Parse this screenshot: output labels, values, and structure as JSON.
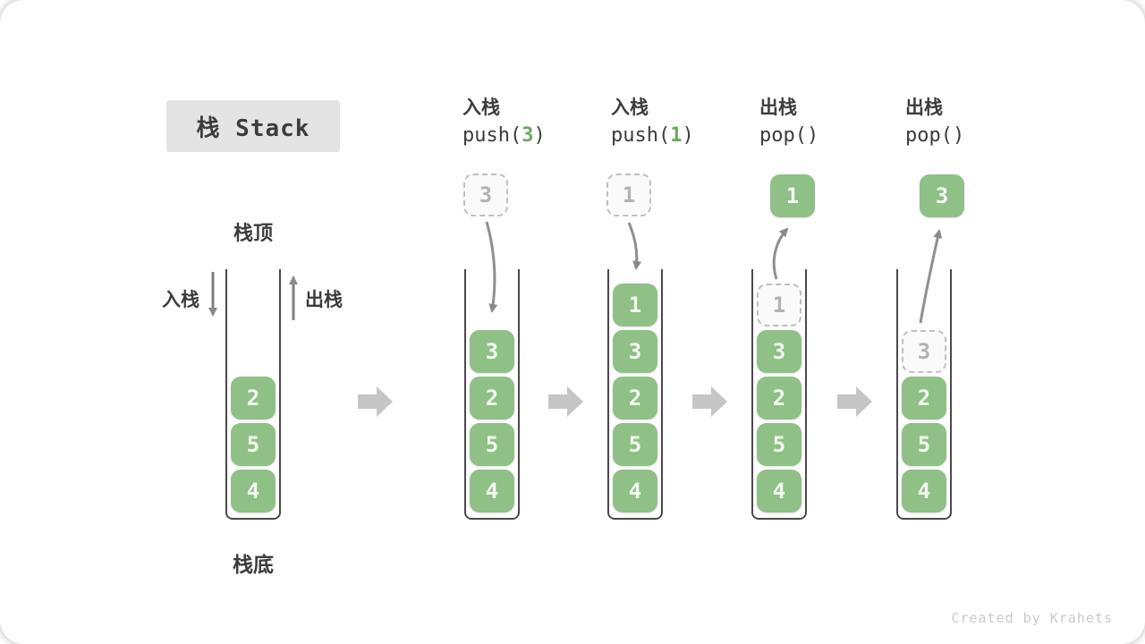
{
  "title": "栈 Stack",
  "labels": {
    "stack_top": "栈顶",
    "stack_bottom": "栈底",
    "push_side": "入栈",
    "pop_side": "出栈"
  },
  "operations": [
    {
      "name": "入栈",
      "fn": "push(",
      "arg": "3",
      "close": ")"
    },
    {
      "name": "入栈",
      "fn": "push(",
      "arg": "1",
      "close": ")"
    },
    {
      "name": "出栈",
      "fn": "pop(",
      "arg": "",
      "close": ")"
    },
    {
      "name": "出栈",
      "fn": "pop(",
      "arg": "",
      "close": ")"
    }
  ],
  "floats": [
    {
      "value": "3",
      "cls": "cell ghost float-cell"
    },
    {
      "value": "1",
      "cls": "cell ghost float-cell"
    },
    {
      "value": "1",
      "cls": "cell solid float-cell"
    },
    {
      "value": "3",
      "cls": "cell solid float-cell"
    }
  ],
  "stacks": [
    {
      "cells": [
        {
          "v": "2",
          "cls": "cell solid"
        },
        {
          "v": "5",
          "cls": "cell solid"
        },
        {
          "v": "4",
          "cls": "cell solid"
        }
      ]
    },
    {
      "cells": [
        {
          "v": "3",
          "cls": "cell solid"
        },
        {
          "v": "2",
          "cls": "cell solid"
        },
        {
          "v": "5",
          "cls": "cell solid"
        },
        {
          "v": "4",
          "cls": "cell solid"
        }
      ]
    },
    {
      "cells": [
        {
          "v": "1",
          "cls": "cell solid"
        },
        {
          "v": "3",
          "cls": "cell solid"
        },
        {
          "v": "2",
          "cls": "cell solid"
        },
        {
          "v": "5",
          "cls": "cell solid"
        },
        {
          "v": "4",
          "cls": "cell solid"
        }
      ]
    },
    {
      "cells": [
        {
          "v": "1",
          "cls": "cell ghost"
        },
        {
          "v": "3",
          "cls": "cell solid"
        },
        {
          "v": "2",
          "cls": "cell solid"
        },
        {
          "v": "5",
          "cls": "cell solid"
        },
        {
          "v": "4",
          "cls": "cell solid"
        }
      ]
    },
    {
      "cells": [
        {
          "v": "3",
          "cls": "cell ghost"
        },
        {
          "v": "2",
          "cls": "cell solid"
        },
        {
          "v": "5",
          "cls": "cell solid"
        },
        {
          "v": "4",
          "cls": "cell solid"
        }
      ]
    }
  ],
  "colors": {
    "cell_green": "#8FC086",
    "cell_text": "#F4F8F1",
    "arg_green": "#6BA95F",
    "title_bg": "#E4E4E4",
    "text_dark": "#3C3C3C",
    "ghost_border": "#BFBFBF",
    "ghost_text": "#B3B3B3",
    "arrow_gray": "#8F8F8F",
    "block_arrow_gray": "#C6C6C6",
    "wall_gray": "#4A4A4A",
    "watermark_gray": "#C9C9C9"
  },
  "watermark": "Created by Krahets"
}
